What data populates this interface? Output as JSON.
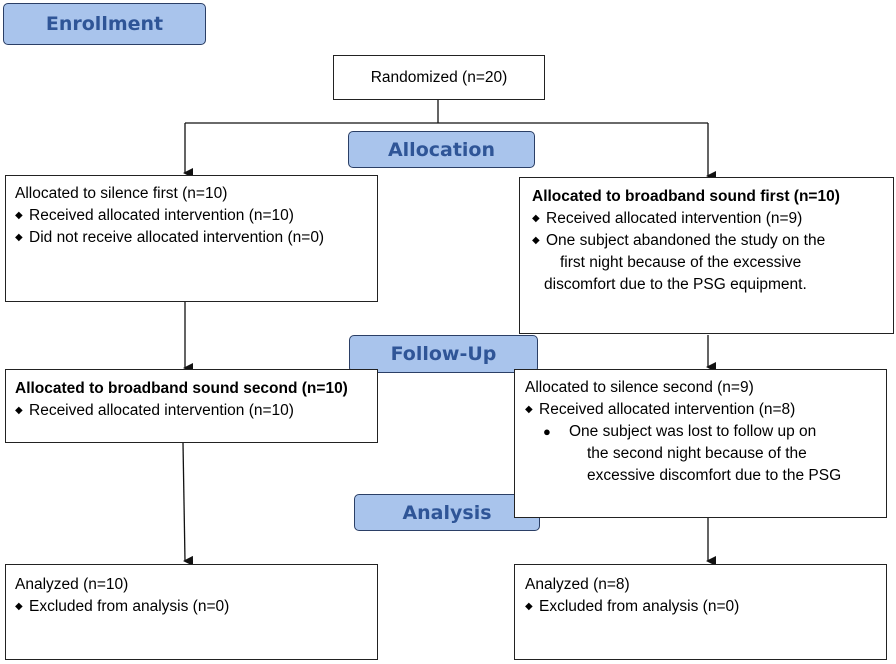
{
  "stages": {
    "enrollment": "Enrollment",
    "allocation": "Allocation",
    "follow_up": "Follow-Up",
    "analysis": "Analysis"
  },
  "randomized": "Randomized (n=20)",
  "left": {
    "allocation_title": "Allocated to silence first (n=10)",
    "allocation_items": [
      "Received allocated intervention (n=10)",
      "Did not receive allocated intervention (n=0)"
    ],
    "followup_title": "Allocated to broadband sound second (n=10)",
    "followup_items": [
      "Received allocated intervention (n=10)"
    ],
    "analysis_title": "Analyzed (n=10)",
    "analysis_items": [
      "Excluded from analysis (n=0)"
    ]
  },
  "right": {
    "allocation_title": "Allocated to broadband sound first (n=10)",
    "allocation_items": [
      "Received allocated intervention (n=9)",
      "One subject abandoned the study on the"
    ],
    "allocation_continuation": [
      "first night because of the excessive",
      "discomfort due to the PSG equipment."
    ],
    "followup_title": "Allocated to silence second (n=9)",
    "followup_items": [
      "Received allocated intervention (n=8)"
    ],
    "followup_subitem": "One subject was lost to follow up on",
    "followup_continuation": [
      "the second night because of the",
      "excessive discomfort due to the PSG"
    ],
    "analysis_title": "Analyzed (n=8)",
    "analysis_items": [
      "Excluded from analysis (n=0)"
    ]
  },
  "icons": {
    "bullet": "diamond-bullet",
    "sub_bullet": "filled-circle-bullet",
    "arrow": "down-arrow"
  }
}
